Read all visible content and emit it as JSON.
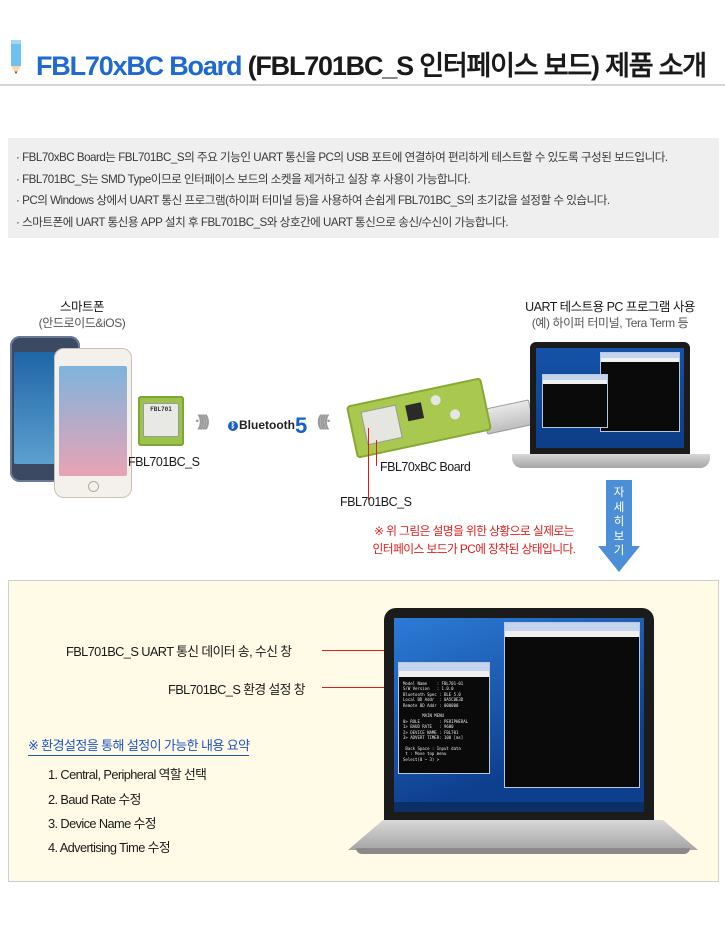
{
  "header": {
    "title_blue": "FBL70xBC Board",
    "title_dark": "(FBL701BC_S 인터페이스 보드) 제품 소개"
  },
  "info": {
    "lines": [
      "· FBL70xBC Board는 FBL701BC_S의 주요 기능인 UART 통신을 PC의 USB 포트에 연결하여 편리하게 테스트할 수 있도록 구성된 보드입니다.",
      "· FBL701BC_S는 SMD Type이므로 인터페이스 보드의 소켓을 제거하고 실장 후 사용이 가능합니다.",
      "· PC의 Windows 상에서 UART 통신 프로그램(하이퍼 터미널 등)을 사용하여 손쉽게 FBL701BC_S의 초기값을 설정할 수 있습니다.",
      "· 스마트폰에 UART 통신용 APP 설치 후 FBL701BC_S와 상호간에 UART 통신으로 송신/수신이 가능합니다."
    ]
  },
  "diagram": {
    "smartphone_label": "스마트폰",
    "smartphone_sub": "(안드로이드&iOS)",
    "pc_label": "UART 테스트용 PC 프로그램 사용",
    "pc_sub": "(예) 하이퍼 터미널, Tera Term 등",
    "module_chip_text": "FBL701",
    "module_label": "FBL701BC_S",
    "bluetooth_text": "Bluetooth",
    "bluetooth_version": "5",
    "board_label": "FBL70xBC Board",
    "board_module_label": "FBL701BC_S",
    "arrow_text": [
      "자",
      "세",
      "히",
      "보",
      "기"
    ],
    "note_lines": [
      "※ 위 그림은 설명을 위한 상황으로 실제로는",
      "인터페이스 보드가 PC에 장착된 상태입니다."
    ]
  },
  "bottom": {
    "callout_uart": "FBL701BC_S UART 통신 데이터 송, 수신 창",
    "callout_env": "FBL701BC_S 환경 설정 창",
    "summary_title": "※ 환경설정을 통해 설정이 가능한 내용 요약",
    "items": [
      "1. Central, Peripheral 역할 선택",
      "2. Baud Rate 수정",
      "3. Device Name 수정",
      "4. Advertising Time 수정"
    ]
  },
  "colors": {
    "title_blue": "#1e6ad1",
    "note_red": "#e01c1c",
    "arrow_blue": "#4d8fd6",
    "summary_blue": "#1e54c8",
    "info_bg": "#efefef",
    "bottom_bg": "#fffbe6",
    "board_green": "#a9c84f"
  }
}
